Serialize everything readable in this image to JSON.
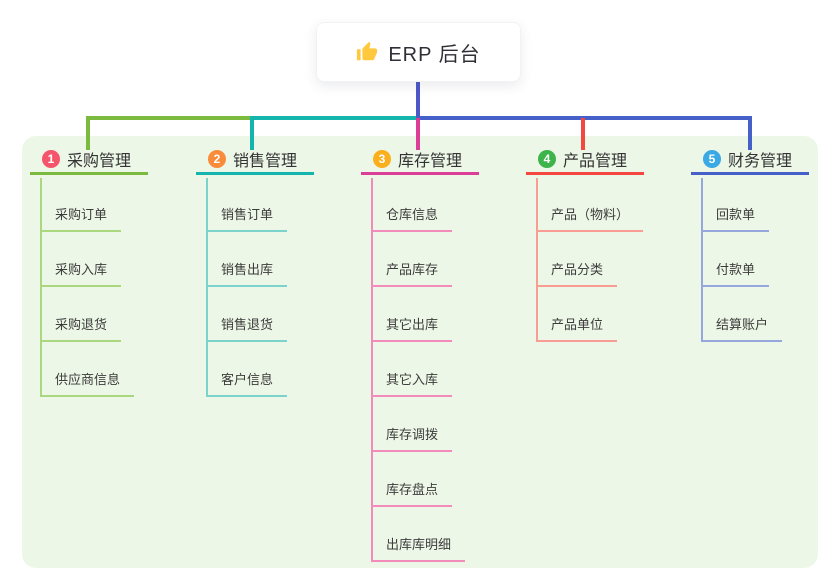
{
  "root": {
    "label": "ERP 后台",
    "icon": "thumbs-up-icon",
    "icon_color": "#FFC83D"
  },
  "colors": {
    "panel_background": "#EDF7E7",
    "root_connector": "#4C58C8",
    "text_dark": "#333333"
  },
  "branches": [
    {
      "index": "1",
      "title": "采购管理",
      "badge_color": "#F4556A",
      "line_color": "#7CBA3F",
      "child_line_color": "#ABD87F",
      "children": [
        "采购订单",
        "采购入库",
        "采购退货",
        "供应商信息"
      ]
    },
    {
      "index": "2",
      "title": "销售管理",
      "badge_color": "#F98B3B",
      "line_color": "#13B5AC",
      "child_line_color": "#7AD4CC",
      "children": [
        "销售订单",
        "销售出库",
        "销售退货",
        "客户信息"
      ]
    },
    {
      "index": "3",
      "title": "库存管理",
      "badge_color": "#FBAF1C",
      "line_color": "#DC3D97",
      "child_line_color": "#F38BBA",
      "children": [
        "仓库信息",
        "产品库存",
        "其它出库",
        "其它入库",
        "库存调拨",
        "库存盘点",
        "出库库明细"
      ]
    },
    {
      "index": "4",
      "title": "产品管理",
      "badge_color": "#3CB44B",
      "line_color": "#F4473F",
      "child_line_color": "#F89C94",
      "children": [
        "产品（物料）",
        "产品分类",
        "产品单位"
      ]
    },
    {
      "index": "5",
      "title": "财务管理",
      "badge_color": "#3BA9E3",
      "line_color": "#4660C9",
      "child_line_color": "#95A8DE",
      "children": [
        "回款单",
        "付款单",
        "结算账户"
      ]
    }
  ]
}
